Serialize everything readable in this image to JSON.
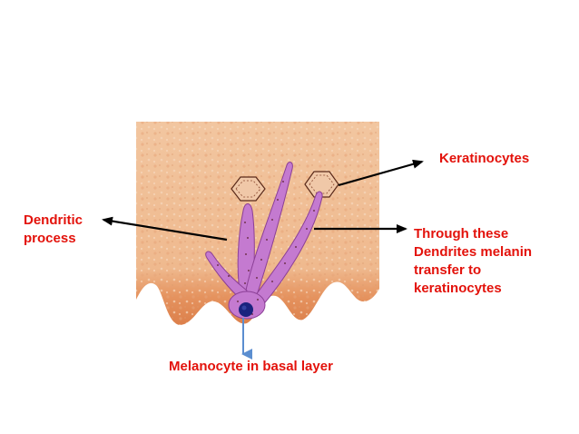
{
  "labels": {
    "keratinocytes": "Keratinocytes",
    "dendritic_line1": "Dendritic",
    "dendritic_line2": "process",
    "through_line1": "Through these",
    "through_line2": "Dendrites melanin",
    "through_line3": "transfer to",
    "through_line4": "keratinocytes",
    "melanocyte": "Melanocyte in basal layer"
  },
  "colors": {
    "label_text": "#e3120b",
    "tissue_light": "#f1c29a",
    "tissue_basal": "#e08a58",
    "dendrite": "#c47ad0",
    "nucleus": "#1a237e",
    "arrow_black": "#000000",
    "arrow_blue": "#5b8ed0"
  }
}
